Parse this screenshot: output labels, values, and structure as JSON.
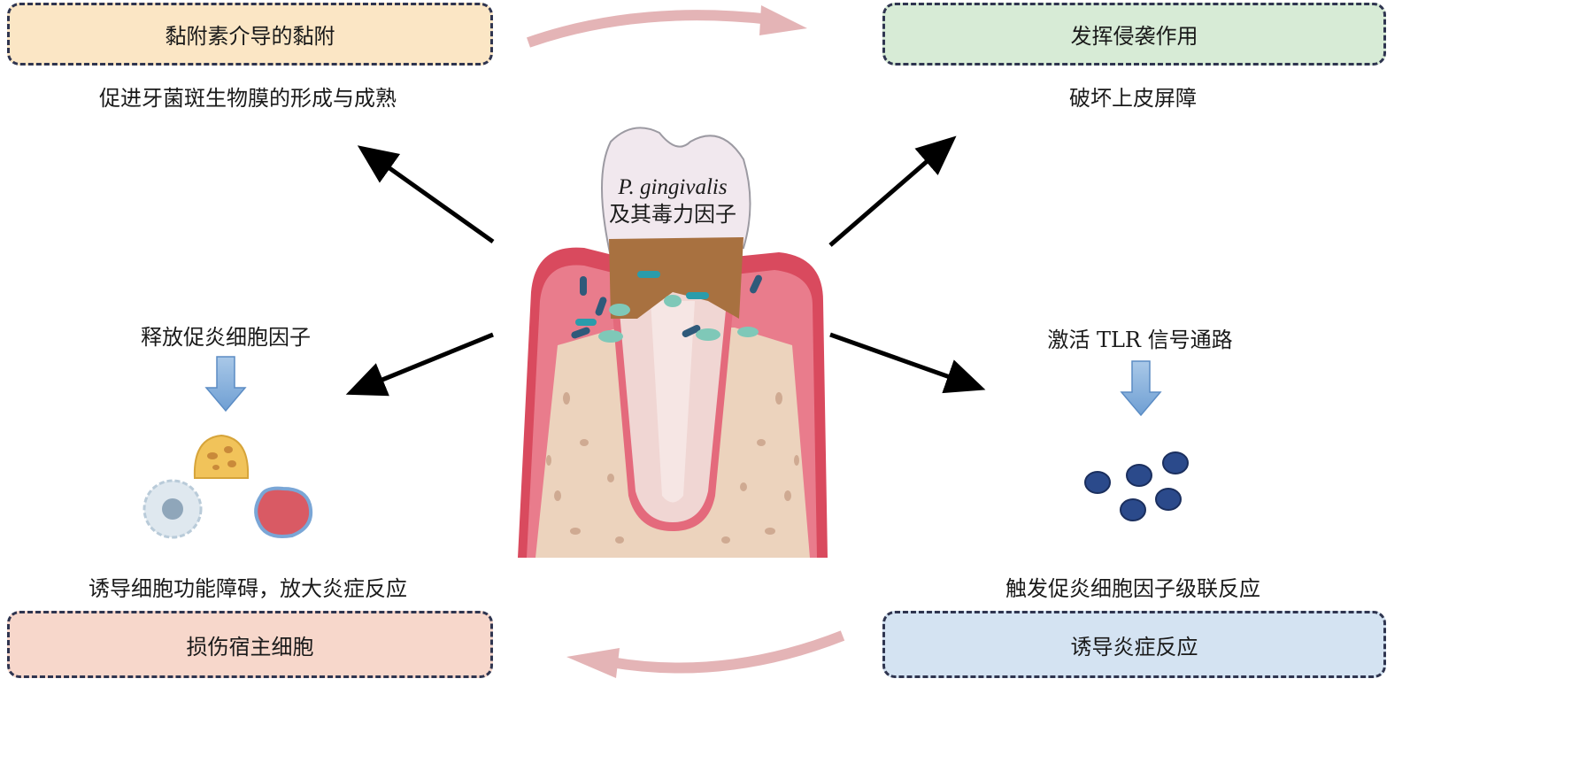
{
  "center": {
    "organism": "P. gingivalis",
    "subtitle": "及其毒力因子"
  },
  "top_left": {
    "box_label": "黏附素介导的黏附",
    "description": "促进牙菌斑生物膜的形成与成熟",
    "color": "#fbe6c5"
  },
  "top_right": {
    "box_label": "发挥侵袭作用",
    "description": "破坏上皮屏障",
    "color": "#d7ebd6"
  },
  "bottom_left": {
    "box_label": "损伤宿主细胞",
    "step1": "释放促炎细胞因子",
    "description": "诱导细胞功能障碍，放大炎症反应",
    "color": "#f7d7cb"
  },
  "bottom_right": {
    "box_label": "诱导炎症反应",
    "step1": "激活 TLR 信号通路",
    "description": "触发促炎细胞因子级联反应",
    "color": "#d4e3f2"
  }
}
